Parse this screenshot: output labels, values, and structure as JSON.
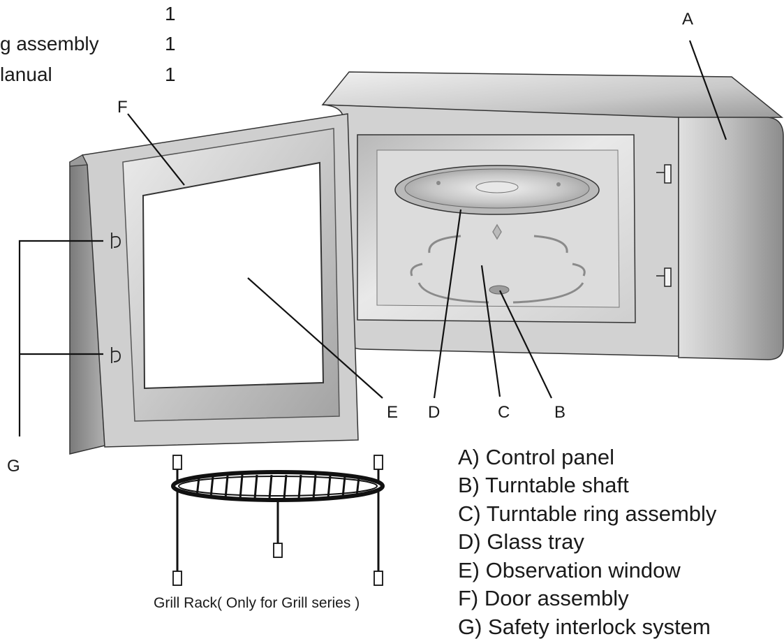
{
  "parts_list": [
    {
      "name": "",
      "qty": "1"
    },
    {
      "name": "g assembly",
      "qty": "1"
    },
    {
      "name": "lanual",
      "qty": "1"
    }
  ],
  "callouts": {
    "A": "A",
    "B": "B",
    "C": "C",
    "D": "D",
    "E": "E",
    "F": "F",
    "G": "G"
  },
  "legend": [
    "A) Control panel",
    "B) Turntable shaft",
    "C) Turntable ring assembly",
    "D) Glass tray",
    "E) Observation window",
    "F) Door assembly",
    "G) Safety interlock system"
  ],
  "grill_rack_caption": "Grill Rack( Only for Grill series )",
  "colors": {
    "outline": "#333333",
    "body_light": "#e6e6e6",
    "body_dark": "#8f8f8f",
    "line": "#111111"
  }
}
